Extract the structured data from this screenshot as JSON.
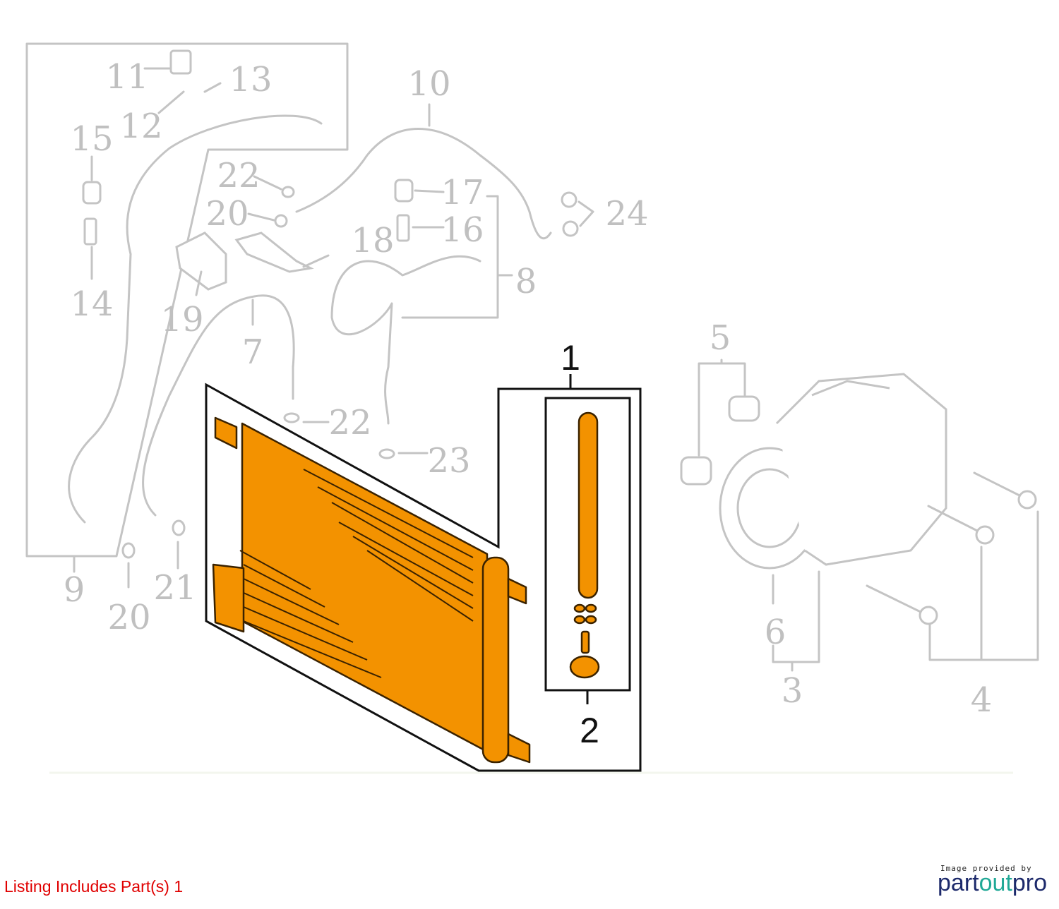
{
  "diagram": {
    "title": "A/C Condenser & Compressor Parts Diagram",
    "highlighted_color": "#f39200",
    "callouts": [
      "1",
      "2",
      "3",
      "4",
      "5",
      "6",
      "7",
      "8",
      "9",
      "10",
      "11",
      "12",
      "13",
      "14",
      "15",
      "16",
      "17",
      "18",
      "19",
      "20",
      "20",
      "21",
      "22",
      "22",
      "23",
      "24"
    ]
  },
  "footer": {
    "listing": "Listing Includes Part(s) 1",
    "credit": "Image provided by",
    "logo_part1": "part",
    "logo_part2": "out",
    "logo_part3": "pro"
  }
}
